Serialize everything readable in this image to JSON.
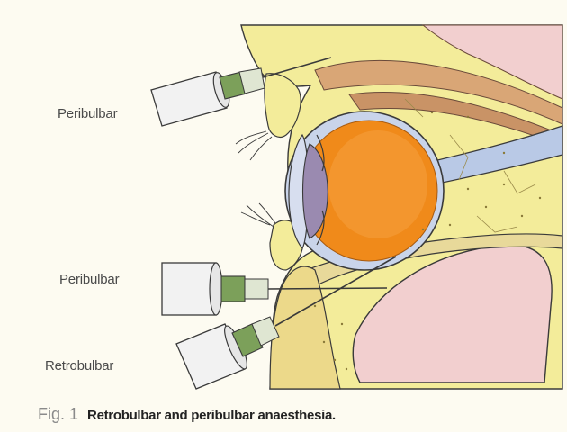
{
  "labels": {
    "peribulbar_top": "Peribulbar",
    "peribulbar_middle": "Peribulbar",
    "retrobulbar": "Retrobulbar"
  },
  "caption": {
    "figure_number": "Fig. 1",
    "text": "Retrobulbar and peribulbar anaesthesia."
  },
  "colors": {
    "fat": "#f3ec9a",
    "bone": "#e8d99a",
    "muscle": "#d9a676",
    "sinus_pink": "#f2cfcf",
    "eyeball_orange": "#f08a1a",
    "eyeball_rim": "#c9d4ea",
    "lens": "#9a8ab0",
    "nerve": "#b9c9e6",
    "syringe": "#f2f2f2",
    "hub_green": "#7ca05a"
  }
}
